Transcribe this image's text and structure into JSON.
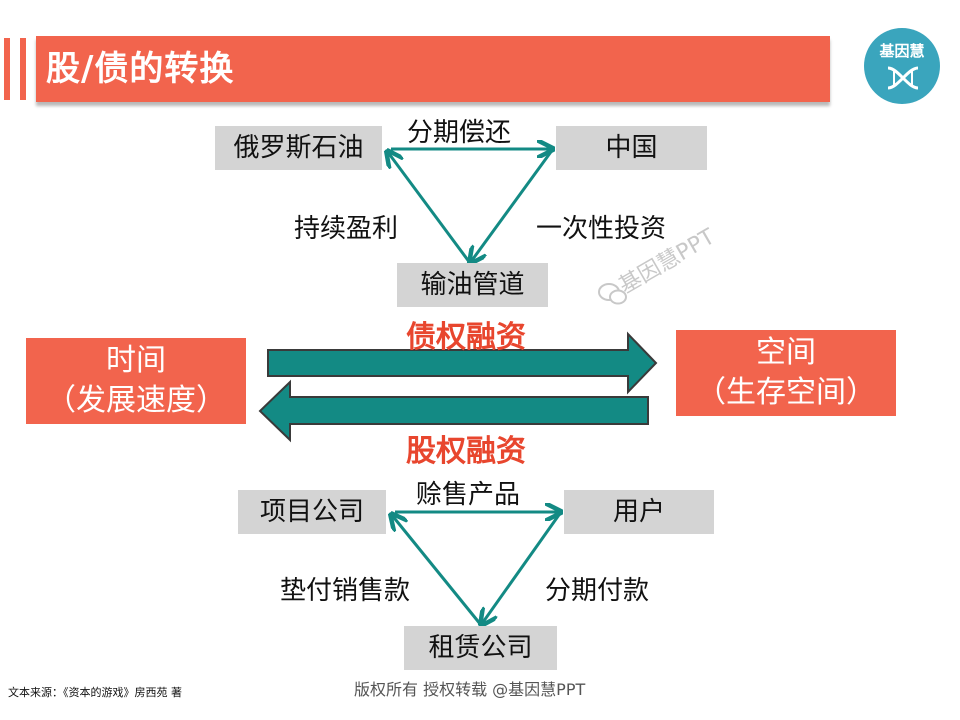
{
  "header": {
    "title": "股/债的转换",
    "logo_text": "基因慧",
    "colors": {
      "accent": "#f2644d",
      "logo": "#3aa5bd",
      "arrow": "#138a84"
    }
  },
  "triangle_top": {
    "nodes": {
      "left": "俄罗斯石油",
      "right": "中国",
      "bottom": "输油管道"
    },
    "edges": {
      "top": "分期偿还",
      "left": "持续盈利",
      "right": "一次性投资"
    }
  },
  "middle": {
    "left_box": {
      "line1": "时间",
      "line2": "（发展速度）"
    },
    "right_box": {
      "line1": "空间",
      "line2": "（生存空间）"
    },
    "forward_label": "债权融资",
    "backward_label": "股权融资"
  },
  "triangle_bottom": {
    "nodes": {
      "left": "项目公司",
      "right": "用户",
      "bottom": "租赁公司"
    },
    "edges": {
      "top": "赊售产品",
      "left": "垫付销售款",
      "right": "分期付款"
    }
  },
  "watermark": "基因慧PPT",
  "footer": {
    "source": "文本来源：《资本的游戏》房西苑 著",
    "copyright": "版权所有  授权转载  @基因慧PPT"
  }
}
